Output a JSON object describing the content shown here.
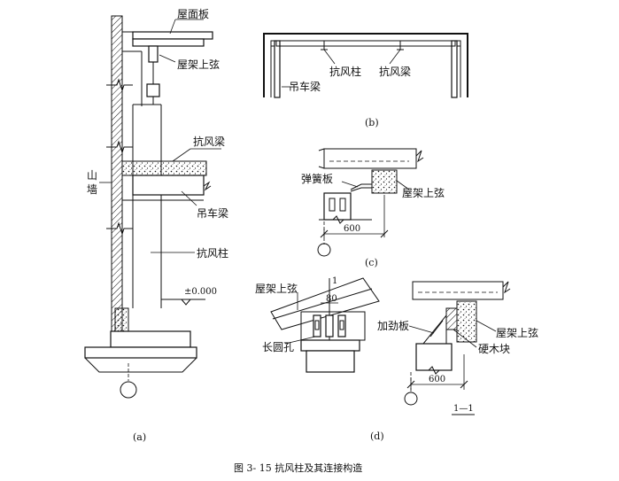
{
  "figure": {
    "caption": "图 3- 15  抗风柱及其连接构造"
  },
  "panel_a": {
    "label": "(a)",
    "roof_panel": "屋面板",
    "truss_top_chord": "屋架上弦",
    "wind_beam": "抗风梁",
    "gable_wall_1": "山",
    "gable_wall_2": "墙",
    "crane_beam": "吊车梁",
    "wind_column": "抗风柱",
    "elevation": "±0.000"
  },
  "panel_b": {
    "label": "(b)",
    "wind_column": "抗风柱",
    "wind_beam": "抗风梁",
    "crane_beam": "吊车梁"
  },
  "panel_c": {
    "label": "(c)",
    "spring_plate": "弹簧板",
    "truss_top_chord": "屋架上弦",
    "dimension": "600"
  },
  "panel_d": {
    "label": "(d)",
    "truss_top_chord_left": "屋架上弦",
    "dim_80": "80",
    "section_mark": "1",
    "long_hole": "长圆孔",
    "stiffener": "加劲板",
    "truss_top_chord_right": "屋架上弦",
    "hardwood": "硬木块",
    "dimension": "600",
    "section_title": "1—1"
  }
}
